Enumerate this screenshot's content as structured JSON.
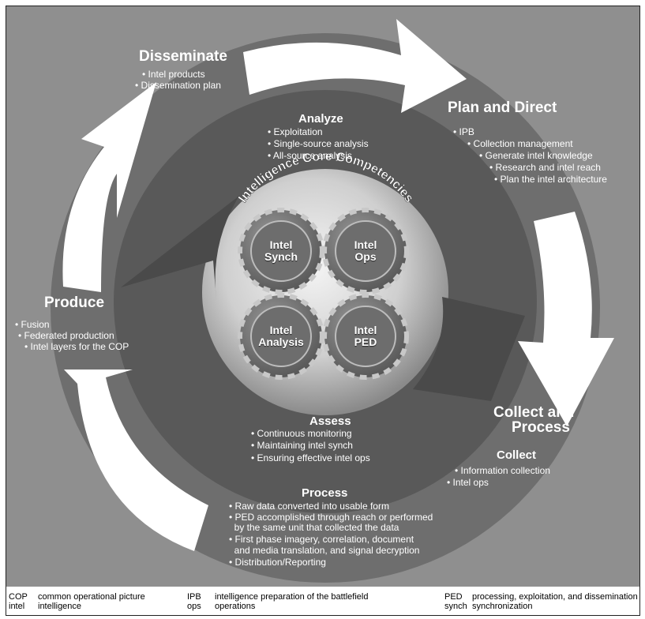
{
  "core": {
    "title": "Intelligence Core Competencies",
    "gears": [
      {
        "line1": "Intel",
        "line2": "Synch"
      },
      {
        "line1": "Intel",
        "line2": "Ops"
      },
      {
        "line1": "Intel",
        "line2": "Analysis"
      },
      {
        "line1": "Intel",
        "line2": "PED"
      }
    ]
  },
  "phases": {
    "disseminate": {
      "title": "Disseminate",
      "items": [
        "• Intel products",
        "• Dissemination plan"
      ]
    },
    "plan_direct": {
      "title": "Plan and Direct",
      "items": [
        "• IPB",
        "• Collection management",
        "• Generate intel knowledge",
        "• Research and intel reach",
        "• Plan the intel architecture"
      ]
    },
    "collect_process": {
      "title_line1": "Collect and",
      "title_line2": "Process"
    },
    "produce": {
      "title": "Produce",
      "items": [
        "• Fusion",
        "• Federated  production",
        "• Intel layers for the COP"
      ]
    }
  },
  "analyze": {
    "title": "Analyze",
    "items": [
      "• Exploitation",
      "• Single-source analysis",
      "• All-source analysis"
    ]
  },
  "assess": {
    "title": "Assess",
    "items": [
      "•  Continuous monitoring",
      "•  Maintaining intel synch",
      "•  Ensuring effective intel ops"
    ]
  },
  "collect": {
    "title": "Collect",
    "items": [
      "• Information collection",
      "• Intel ops"
    ]
  },
  "process": {
    "title": "Process",
    "items": [
      "• Raw data converted into usable form",
      "• PED accomplished through reach or performed",
      "  by the same unit that collected the data",
      "• First phase imagery, correlation, document",
      "  and media translation, and signal decryption",
      "• Distribution/Reporting"
    ]
  },
  "legend": [
    {
      "abbr": "COP",
      "def": "common operational picture"
    },
    {
      "abbr": "intel",
      "def": "intelligence"
    },
    {
      "abbr": "IPB",
      "def": "intelligence preparation of the battlefield"
    },
    {
      "abbr": "ops",
      "def": "operations"
    },
    {
      "abbr": "PED",
      "def": "processing, exploitation, and dissemination"
    },
    {
      "abbr": "synch",
      "def": "synchronization"
    }
  ],
  "colors": {
    "background": "#8f8f8f",
    "outer_ring": "#6e6e6e",
    "middle_ring": "#595959",
    "arrows": "#ffffff",
    "text": "#ffffff"
  }
}
